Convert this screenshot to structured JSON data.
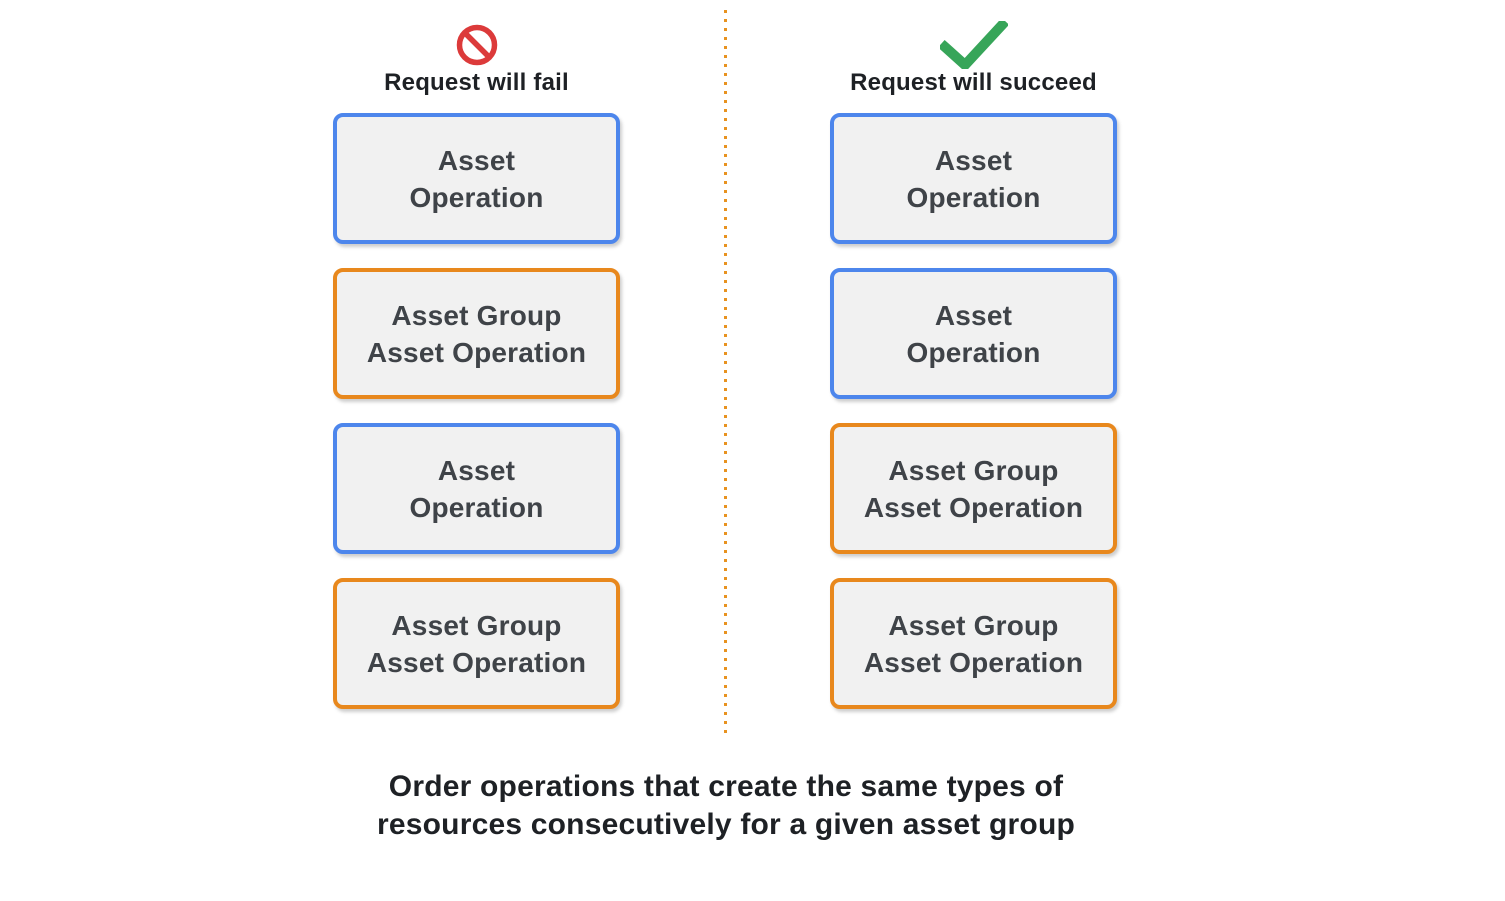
{
  "columns": [
    {
      "id": "fail",
      "label": "Request will fail",
      "icon": "prohibited-icon",
      "boxes": [
        {
          "type": "asset-operation",
          "color": "blue",
          "lines": [
            "Asset",
            "Operation"
          ]
        },
        {
          "type": "asset-group-asset-operation",
          "color": "orange",
          "lines": [
            "Asset Group",
            "Asset Operation"
          ]
        },
        {
          "type": "asset-operation",
          "color": "blue",
          "lines": [
            "Asset",
            "Operation"
          ]
        },
        {
          "type": "asset-group-asset-operation",
          "color": "orange",
          "lines": [
            "Asset Group",
            "Asset Operation"
          ]
        }
      ]
    },
    {
      "id": "succeed",
      "label": "Request will succeed",
      "icon": "check-icon",
      "boxes": [
        {
          "type": "asset-operation",
          "color": "blue",
          "lines": [
            "Asset",
            "Operation"
          ]
        },
        {
          "type": "asset-operation",
          "color": "blue",
          "lines": [
            "Asset",
            "Operation"
          ]
        },
        {
          "type": "asset-group-asset-operation",
          "color": "orange",
          "lines": [
            "Asset Group",
            "Asset Operation"
          ]
        },
        {
          "type": "asset-group-asset-operation",
          "color": "orange",
          "lines": [
            "Asset Group",
            "Asset Operation"
          ]
        }
      ]
    }
  ],
  "caption": {
    "line1": "Order operations that create the same types of",
    "line2": "resources consecutively for a given asset group"
  },
  "colors": {
    "blue_border": "#4D86EC",
    "orange_border": "#E8881D",
    "box_background": "#F1F1F1",
    "box_text": "#3F4348",
    "fail_icon_red": "#DC3A3A",
    "succeed_icon_green": "#37A559",
    "divider_orange": "#E8921F",
    "heading_text": "#1E2125"
  }
}
